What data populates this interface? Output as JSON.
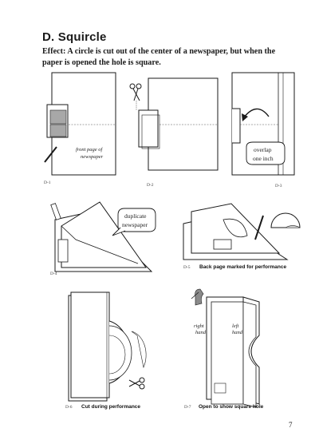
{
  "heading": "D. Squircle",
  "effect": {
    "label": "Effect:",
    "text": " A circle is cut out of the center of a newspaper, but when the paper is opened the hole is square."
  },
  "figures": {
    "d1": {
      "label": "D-1",
      "note_line1": "front page of",
      "note_line2": "newspaper"
    },
    "d2": {
      "label": "D-2"
    },
    "d3": {
      "label": "D-3",
      "bubble_line1": "overlap",
      "bubble_line2": "one inch"
    },
    "d4": {
      "label": "D-4",
      "bubble_line1": "duplicate",
      "bubble_line2": "newspaper"
    },
    "d5": {
      "label": "D-5",
      "caption": "Back page marked for performance"
    },
    "d6": {
      "label": "D-6",
      "caption": "Cut during  performance"
    },
    "d7": {
      "label": "D-7",
      "caption": "Open to show  square hole",
      "left_hand_1": "right",
      "left_hand_2": "hand",
      "right_hand_1": "left",
      "right_hand_2": "hand"
    }
  },
  "page_number": "7",
  "colors": {
    "ink": "#1a1a1a",
    "shade": "#bdbdbd"
  }
}
